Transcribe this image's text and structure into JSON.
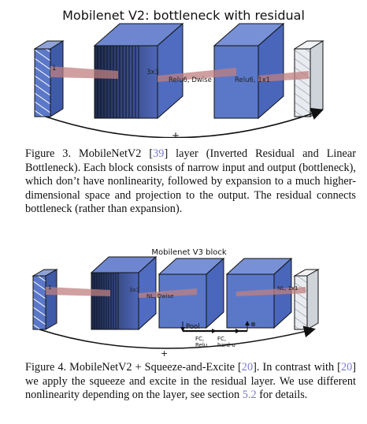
{
  "figure3": {
    "title": "Mobilenet V2: bottleneck with residual",
    "labels": {
      "in": "1",
      "expand": "3x3",
      "dwise": "Relu6, Dwise",
      "project": "Relu6, 1x1"
    },
    "residual": "+",
    "caption": {
      "lead": "Figure 3. MobileNetV2 [",
      "ref": "39",
      "rest": "] layer (Inverted Residual and Linear Bottleneck). Each block consists of narrow input and output (bottleneck), which don’t have nonlinearity, followed by expansion to a much higher-dimensional space and projection to the output. The residual connects bottleneck (rather than expansion)."
    }
  },
  "figure4": {
    "title": "Mobilenet V3 block",
    "labels": {
      "in": "1",
      "expand": "3x3",
      "dwise": "NL, Dwise",
      "project": "NL, 1x1",
      "pool": "Pool",
      "fc1": "FC,",
      "fc1b": "Relu",
      "fc2": "FC,",
      "fc2b": "hard-σ",
      "mult": "⊗"
    },
    "residual": "+",
    "caption": {
      "p1": "Figure 4. MobileNetV2 + Squeeze-and-Excite [",
      "ref1": "20",
      "p2": "].  In contrast with [",
      "ref2": "20",
      "p3": "] we apply the squeeze and excite in the residual layer. We use different nonlinearity depending on the layer, see section ",
      "ref3": "5.2",
      "p4": " for details."
    }
  },
  "colors": {
    "block_blue": "#5b78c8",
    "block_light": "#e8ebef",
    "arrow_fill": "#c08080",
    "ref_link": "#7a7ad8"
  }
}
